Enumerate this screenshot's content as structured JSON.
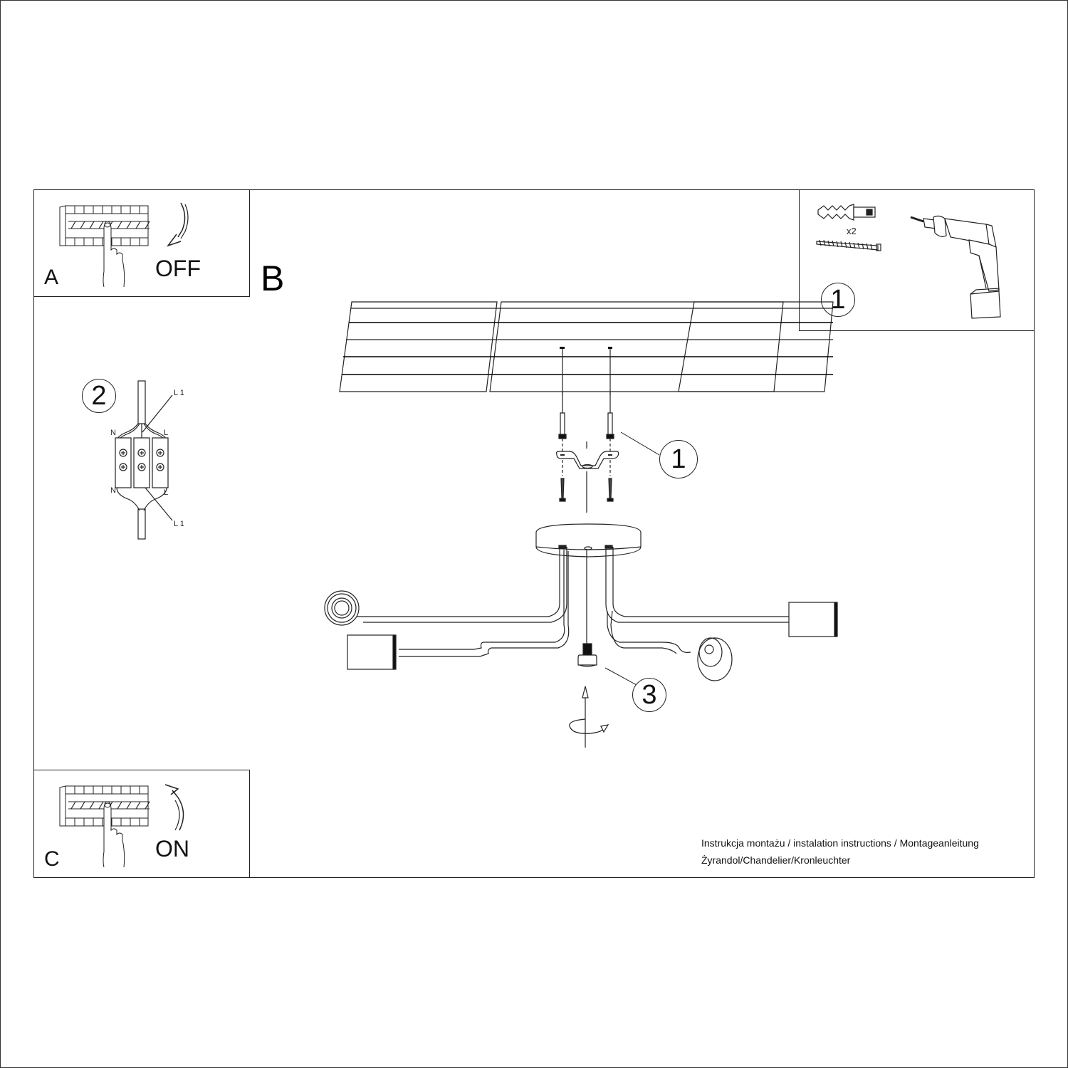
{
  "document": {
    "type": "assembly instructions",
    "caption": {
      "line1": "Instrukcja montażu / instalation instructions / Montageanleitung",
      "line2": "Żyrandol/Chandelier/Kronleuchter"
    }
  },
  "panels": {
    "a": {
      "letter": "A",
      "state": "OFF",
      "icon": "breaker-panel-hand-icon",
      "arrow": "arrow-down-curved"
    },
    "b": {
      "letter": "B",
      "description": "main mounting diagram"
    },
    "c": {
      "letter": "C",
      "state": "ON",
      "icon": "breaker-panel-hand-icon",
      "arrow": "arrow-up-curved"
    },
    "tools": {
      "step": "1",
      "quantity": "x2",
      "items": [
        "wall-plug",
        "screw",
        "drill"
      ]
    },
    "wiring": {
      "step": "2",
      "labels": {
        "n_top": "N",
        "l_top": "L",
        "n_bottom": "N",
        "l_bottom": "L",
        "l1_top": "L 1",
        "l1_bottom": "L 1"
      }
    }
  },
  "callouts": {
    "bracket": "1",
    "screw_cap": "3"
  },
  "colors": {
    "line": "#222222",
    "background": "#ffffff",
    "fill_dark": "#111111"
  }
}
